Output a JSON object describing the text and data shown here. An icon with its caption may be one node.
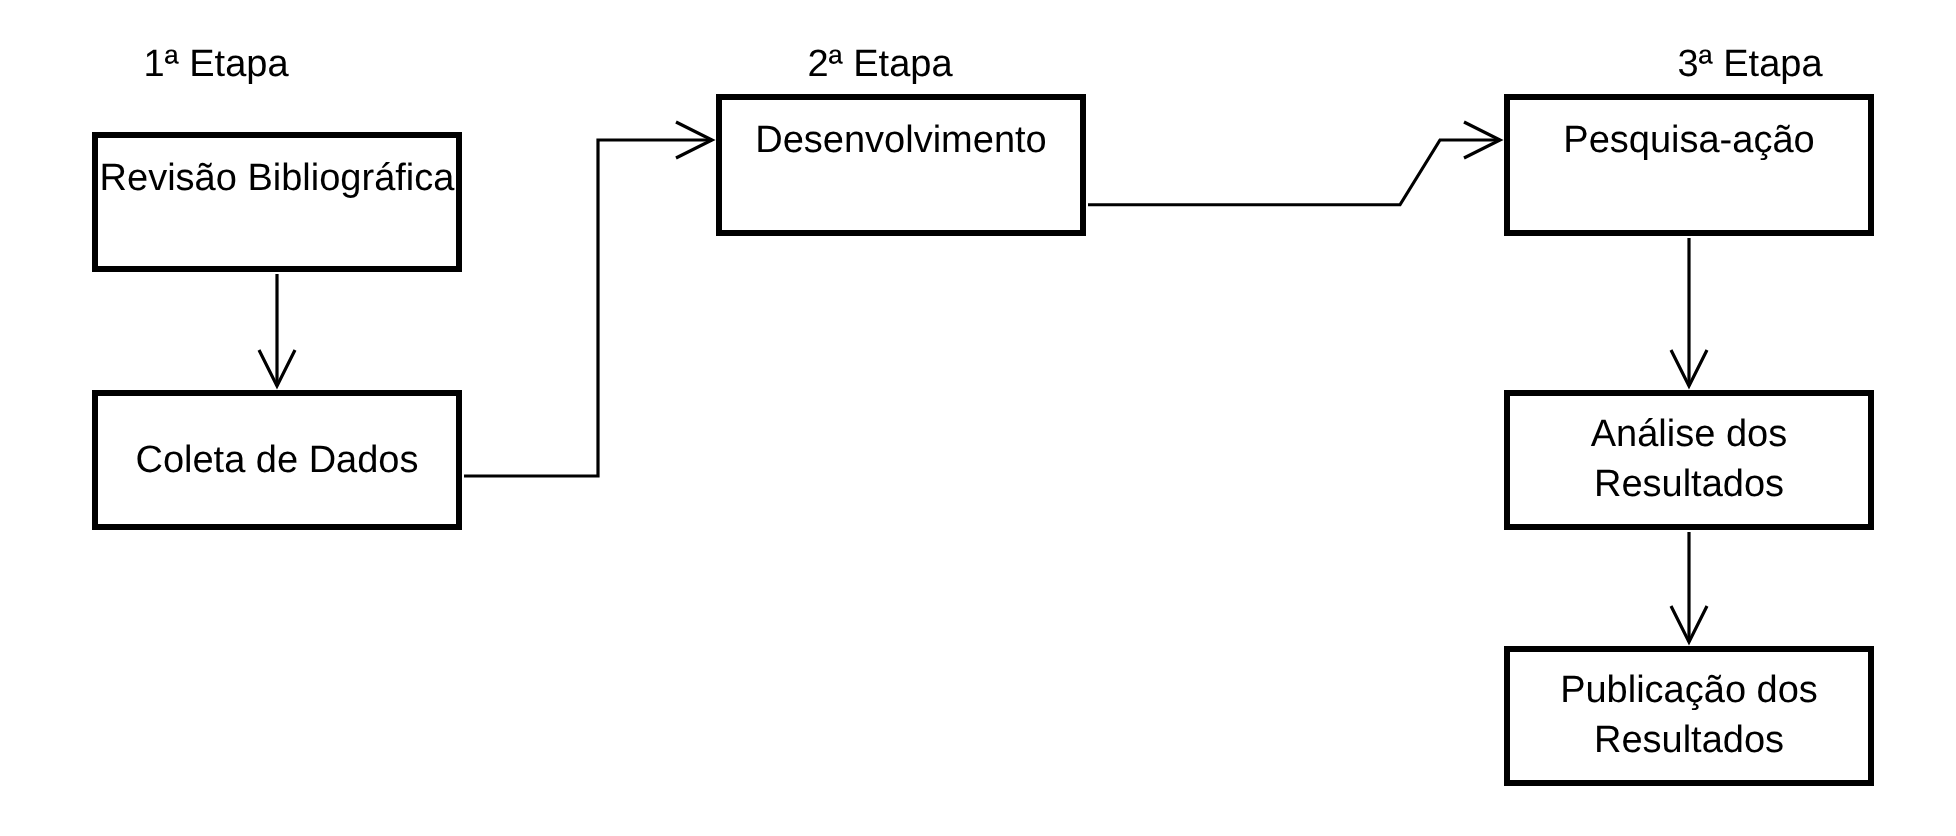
{
  "diagram": {
    "nodes": [
      {
        "text": [
          "Revisão Bibliográfica"
        ]
      },
      {
        "text": [
          "Coleta de Dados"
        ]
      },
      {
        "text": [
          "Desenvolvimento"
        ]
      },
      {
        "text": [
          "Pesquisa-ação"
        ]
      },
      {
        "text": [
          "Análise dos Resultados"
        ]
      },
      {
        "text": [
          "Publicação dos Resultados"
        ]
      }
    ],
    "edges": [
      {
        "from": 0,
        "to": 1,
        "arrow": "to"
      },
      {
        "from": 1,
        "to": 2,
        "arrow": "to"
      },
      {
        "from": 2,
        "to": 3,
        "arrow": "to"
      },
      {
        "from": 3,
        "to": 4,
        "arrow": "to"
      },
      {
        "from": 4,
        "to": 5,
        "arrow": "to"
      }
    ],
    "labels": [
      "1ª Etapa",
      "2ª Etapa",
      "3ª Etapa"
    ]
  }
}
